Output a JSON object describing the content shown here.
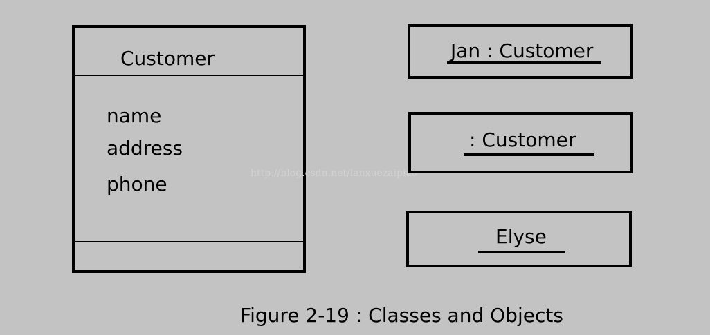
{
  "class_box": {
    "name": "Customer",
    "attributes": [
      "name",
      "address",
      "phone"
    ]
  },
  "objects": [
    {
      "label": "Jan : Customer"
    },
    {
      "label": ": Customer"
    },
    {
      "label": "Elyse"
    }
  ],
  "caption": "Figure 2-19 : Classes and Objects",
  "watermark": "http://blog.csdn.net/lanxuezaipiao"
}
